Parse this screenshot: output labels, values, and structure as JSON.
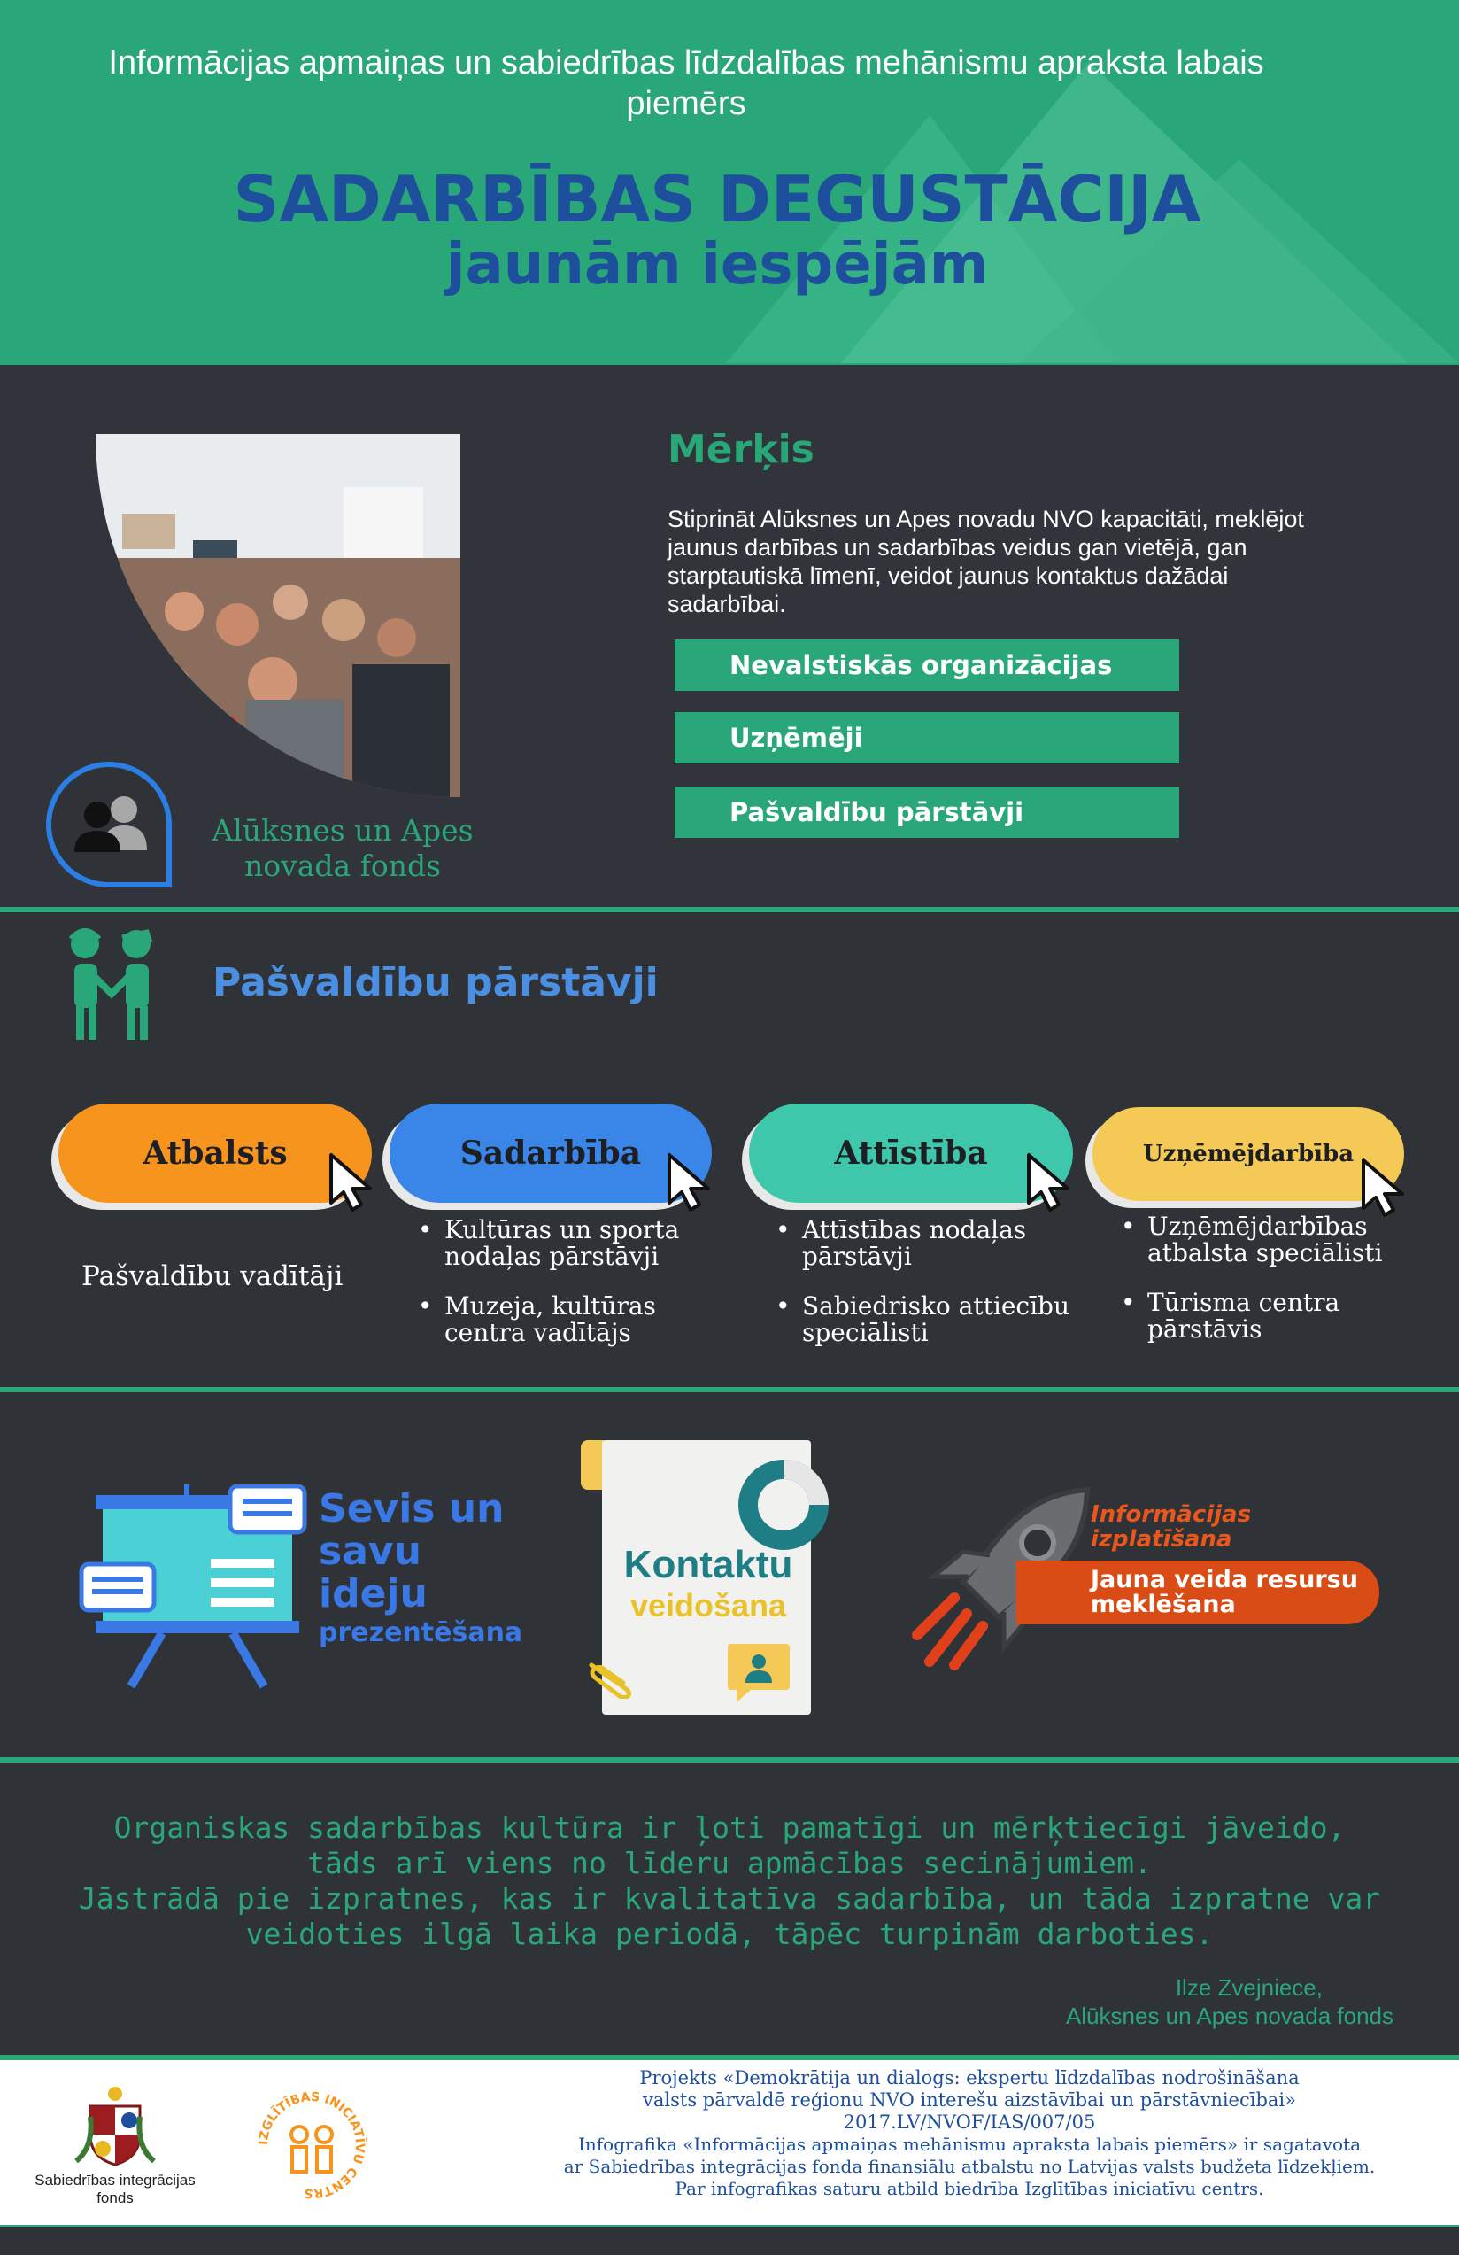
{
  "header": {
    "subtitle": "Informācijas apmaiņas un sabiedrības līdzdalības mehānismu apraksta labais piemērs",
    "title_line1": "SADARBĪBAS DEGUSTĀCIJA",
    "title_line2": "jaunām iespējām"
  },
  "intro": {
    "fund_label": "Alūksnes un Apes novada fonds",
    "goal_title": "Mērķis",
    "goal_text": "Stiprināt Alūksnes un Apes novadu NVO kapacitāti, meklējot jaunus darbības un sadarbības veidus gan vietējā, gan starptautiskā līmenī, veidot jaunus kontaktus dažādai sadarbībai.",
    "target_groups": [
      "Nevalstiskās organizācijas",
      "Uzņēmēji",
      "Pašvaldību pārstāvji"
    ]
  },
  "municipal": {
    "title": "Pašvaldību pārstāvji",
    "pills": [
      {
        "label": "Atbalsts",
        "color": "#f7941d"
      },
      {
        "label": "Sadarbība",
        "color": "#3a86e8"
      },
      {
        "label": "Attīstība",
        "color": "#3fc7ab"
      },
      {
        "label": "Uzņēmējdarbība",
        "color": "#f5c955"
      }
    ],
    "col1_text": "Pašvaldību vadītāji",
    "col2_items": [
      "Kultūras un sporta nodaļas pārstāvji",
      "Muzeja, kultūras centra vadītājs"
    ],
    "col3_items": [
      "Attīstības nodaļas pārstāvji",
      "Sabiedrisko attiecību speciālisti"
    ],
    "col4_items": [
      "Uzņēmējdarbības atbalsta speciālisti",
      "Tūrisma centra pārstāvis"
    ]
  },
  "activities": {
    "presentation_line1": "Sevis un",
    "presentation_line2": "savu",
    "presentation_line3": "ideju",
    "presentation_small": "prezentēšana",
    "contacts_line1": "Kontaktu",
    "contacts_line2": "veidošana",
    "info_title": "Informācijas izplatīšana",
    "info_bar": "Jauna veida resursu meklēšana"
  },
  "quote": {
    "line1": "Organiskas sadarbības kultūra ir ļoti pamatīgi un mērķtiecīgi jāveido,",
    "line2": "tāds arī viens no līderu apmācības secinājumiem.",
    "line3": "Jāstrādā pie izpratnes, kas ir kvalitatīva sadarbība, un tāda izpratne var",
    "line4": "veidoties ilgā laika periodā, tāpēc turpinām darboties.",
    "author_name": "Ilze Zvejniece,",
    "author_org": "Alūksnes un Apes  novada fonds"
  },
  "footer": {
    "sif_label": "Sabiedrības integrācijas fonds",
    "iic_label": "IZGLĪTĪBAS INICIATĪVU CENTRS",
    "lines": [
      "Projekts «Demokrātija un dialogs: ekspertu līdzdalības nodrošināšana",
      "valsts pārvaldē reģionu NVO interešu aizstāvībai un pārstāvniecībai»",
      "2017.LV/NVOF/IAS/007/05",
      "Infografika «Informācijas apmaiņas mehānismu apraksta labais piemērs» ir sagatavota",
      "ar Sabiedrības integrācijas fonda finansiālu atbalstu no Latvijas valsts budžeta līdzekļiem.",
      "Par infografikas saturu atbild biedrība Izglītības iniciatīvu centrs."
    ]
  },
  "colors": {
    "green": "#2aa779",
    "blue": "#1d4f9c",
    "background": "#2f3237",
    "orange": "#d94c16"
  }
}
